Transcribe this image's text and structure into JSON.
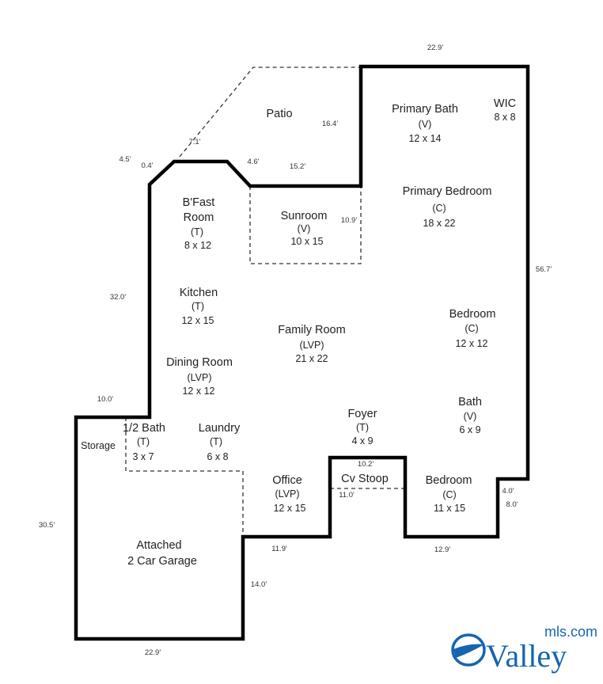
{
  "rooms": {
    "patio": {
      "name": "Patio"
    },
    "primary_bath": {
      "name": "Primary Bath",
      "floor": "(V)",
      "size": "12 x 14"
    },
    "wic": {
      "name": "WIC",
      "size": "8 x 8"
    },
    "primary_bedroom": {
      "name": "Primary Bedroom",
      "floor": "(C)",
      "size": "18 x 22"
    },
    "bfast": {
      "name1": "B'Fast",
      "name2": "Room",
      "floor": "(T)",
      "size": "8 x 12"
    },
    "sunroom": {
      "name": "Sunroom",
      "floor": "(V)",
      "size": "10 x 15"
    },
    "kitchen": {
      "name": "Kitchen",
      "floor": "(T)",
      "size": "12 x 15"
    },
    "family": {
      "name": "Family Room",
      "floor": "(LVP)",
      "size": "21 x 22"
    },
    "bedroom2": {
      "name": "Bedroom",
      "floor": "(C)",
      "size": "12 x 12"
    },
    "dining": {
      "name": "Dining Room",
      "floor": "(LVP)",
      "size": "12 x 12"
    },
    "bath": {
      "name": "Bath",
      "floor": "(V)",
      "size": "6 x 9"
    },
    "foyer": {
      "name": "Foyer",
      "floor": "(T)",
      "size": "4 x 9"
    },
    "storage": {
      "name": "Storage"
    },
    "half_bath": {
      "name": "1/2 Bath",
      "floor": "(T)",
      "size": "3 x 7"
    },
    "laundry": {
      "name": "Laundry",
      "floor": "(T)",
      "size": "6 x 8"
    },
    "office": {
      "name": "Office",
      "floor": "(LVP)",
      "size": "12 x 15"
    },
    "stoop": {
      "name": "Cv Stoop"
    },
    "bedroom3": {
      "name": "Bedroom",
      "floor": "(C)",
      "size": "11 x 15"
    },
    "garage": {
      "name1": "Attached",
      "name2": "2 Car Garage"
    }
  },
  "dimensions": {
    "top": "22.9'",
    "patio_side": "16.4'",
    "patio_diag": "7.1'",
    "left_top_a": "4.5'",
    "left_top_b": "0.4'",
    "notch": "4.6'",
    "patio_bottom": "15.2'",
    "sunroom_side": "10.9'",
    "right": "56.7'",
    "left": "32.0'",
    "left_step": "10.0'",
    "garage_left": "30.5'",
    "office_bottom": "11.9'",
    "garage_right": "14.0'",
    "garage_bottom": "22.9'",
    "stoop_top": "10.2'",
    "stoop_side": "11.0'",
    "bedroom_bottom": "12.9'",
    "jog_a": "4.0'",
    "jog_b": "8.0'"
  },
  "logo": {
    "brand": "Valley",
    "suffix": "mls.com",
    "color": "#1565b0"
  }
}
